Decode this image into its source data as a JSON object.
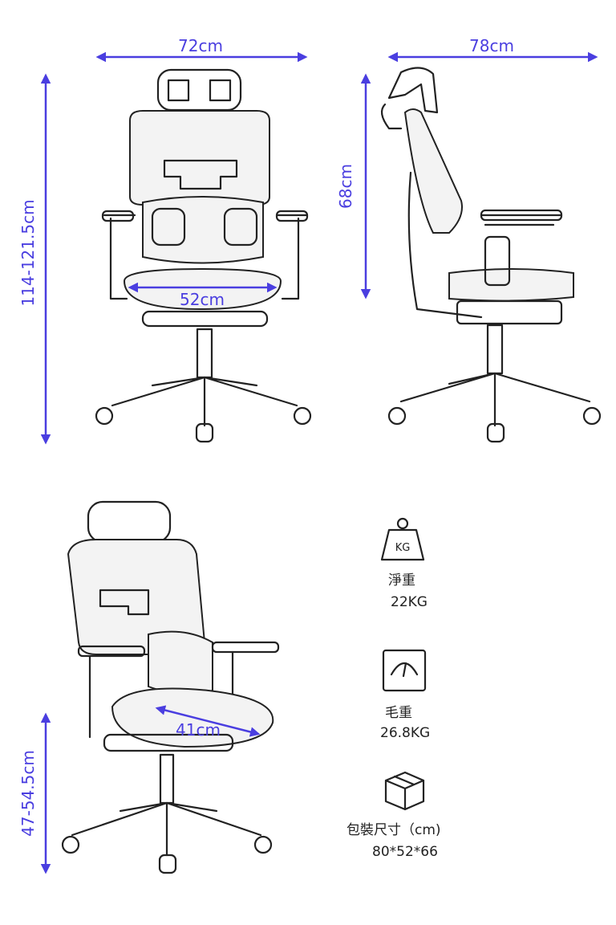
{
  "dimensions": {
    "front_width": "72cm",
    "side_depth": "78cm",
    "total_height": "114-121.5cm",
    "back_height": "68cm",
    "seat_width": "52cm",
    "seat_depth": "41cm",
    "seat_height": "47-54.5cm"
  },
  "specs": [
    {
      "icon": "weight-kg-icon",
      "icon_text": "KG",
      "label": "淨重",
      "value": "22KG"
    },
    {
      "icon": "scale-gauge-icon",
      "label": "毛重",
      "value": "26.8KG"
    },
    {
      "icon": "package-box-icon",
      "label": "包裝尺寸（cm)",
      "value": "80*52*66"
    }
  ],
  "colors": {
    "dimension": "#4a3ee0",
    "line": "#222222"
  }
}
